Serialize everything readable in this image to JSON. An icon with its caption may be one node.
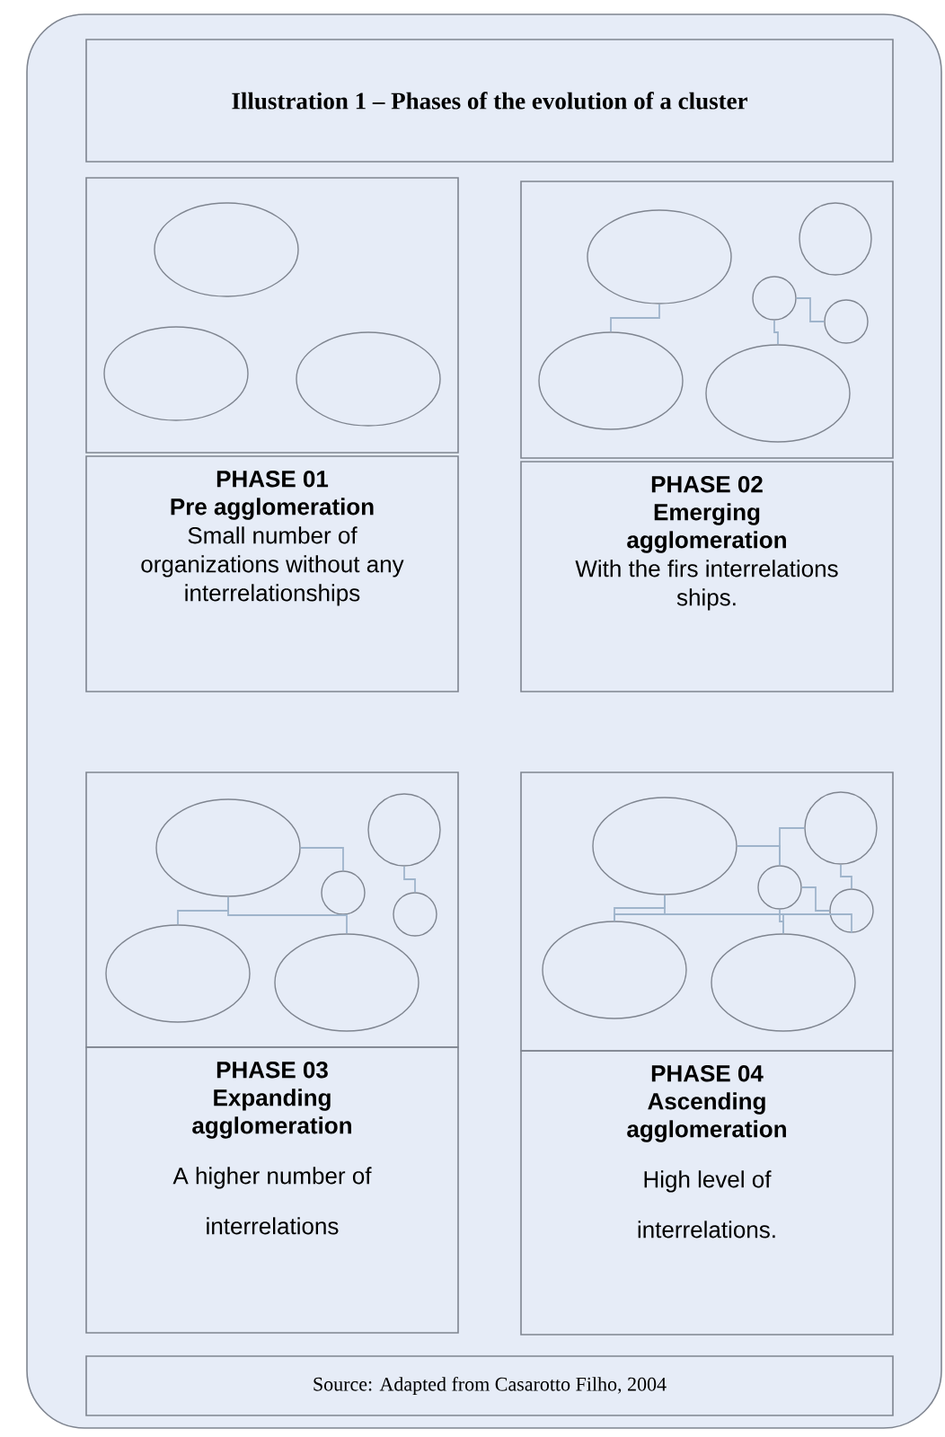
{
  "diagram": {
    "title": "Illustration 1 – Phases of the evolution of a cluster",
    "caption": "Source: Adapted from Casarotto Filho, 2004",
    "nodes": [
      {
        "text": [],
        "shape": "box"
      },
      {
        "text": [],
        "shape": "ellipse",
        "in": 0
      },
      {
        "text": [],
        "shape": "ellipse",
        "in": 0
      },
      {
        "text": [],
        "shape": "ellipse",
        "in": 0
      },
      {
        "text": [
          "PHASE 01",
          "Pre agglomeration",
          "Small number of organizations without any interrelationships"
        ]
      },
      {
        "text": [],
        "shape": "box"
      },
      {
        "text": [],
        "shape": "ellipse",
        "in": 5
      },
      {
        "text": [],
        "shape": "circle",
        "in": 5
      },
      {
        "text": [],
        "shape": "circle",
        "in": 5
      },
      {
        "text": [],
        "shape": "circle",
        "in": 5
      },
      {
        "text": [],
        "shape": "ellipse",
        "in": 5
      },
      {
        "text": [],
        "shape": "ellipse",
        "in": 5
      },
      {
        "text": [
          "PHASE 02",
          "Emerging agglomeration",
          "With the firs interrelations ships."
        ]
      },
      {
        "text": [],
        "shape": "box"
      },
      {
        "text": [],
        "shape": "ellipse",
        "in": 13
      },
      {
        "text": [],
        "shape": "circle",
        "in": 13
      },
      {
        "text": [],
        "shape": "circle",
        "in": 13
      },
      {
        "text": [],
        "shape": "circle",
        "in": 13
      },
      {
        "text": [],
        "shape": "ellipse",
        "in": 13
      },
      {
        "text": [],
        "shape": "ellipse",
        "in": 13
      },
      {
        "text": [
          "PHASE 03",
          "Expanding agglomeration",
          "A higher number of interrelations"
        ]
      },
      {
        "text": [],
        "shape": "box"
      },
      {
        "text": [],
        "shape": "ellipse",
        "in": 21
      },
      {
        "text": [],
        "shape": "circle",
        "in": 21
      },
      {
        "text": [],
        "shape": "circle",
        "in": 21
      },
      {
        "text": [],
        "shape": "circle",
        "in": 21
      },
      {
        "text": [],
        "shape": "ellipse",
        "in": 21
      },
      {
        "text": [],
        "shape": "ellipse",
        "in": 21
      },
      {
        "text": [
          "PHASE 04",
          "Ascending agglomeration",
          "High level of interrelations."
        ]
      }
    ],
    "edges": [
      {
        "from": 6,
        "to": 10,
        "arrow": "none"
      },
      {
        "from": 8,
        "to": 11,
        "arrow": "none"
      },
      {
        "from": 8,
        "to": 9,
        "arrow": "none"
      },
      {
        "from": 14,
        "to": 16,
        "arrow": "none"
      },
      {
        "from": 14,
        "to": 18,
        "arrow": "none"
      },
      {
        "from": 14,
        "to": 19,
        "arrow": "none"
      },
      {
        "from": 15,
        "to": 17,
        "arrow": "none"
      },
      {
        "from": 22,
        "to": 26,
        "arrow": "none"
      },
      {
        "from": 22,
        "to": 27,
        "arrow": "none"
      },
      {
        "from": 22,
        "to": 24,
        "arrow": "none"
      },
      {
        "from": 23,
        "to": 25,
        "arrow": "none"
      },
      {
        "from": 24,
        "to": 27,
        "arrow": "none"
      },
      {
        "from": 24,
        "to": 25,
        "arrow": "none"
      },
      {
        "from": 26,
        "to": 25,
        "arrow": "none"
      },
      {
        "from": 23,
        "to": 24,
        "arrow": "none"
      }
    ]
  }
}
